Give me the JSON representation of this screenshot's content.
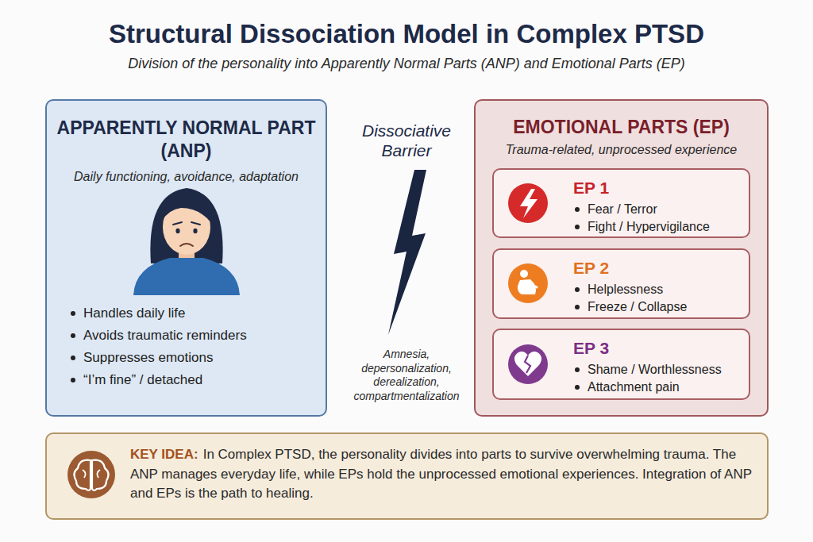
{
  "diagram": {
    "title": "Structural Dissociation Model in Complex PTSD",
    "nodes": [
      {
        "text": [
          "APPARENTLY NORMAL PART (ANP)",
          "Daily functioning, avoidance, adaptation",
          "Handles daily life",
          "Avoids traumatic reminders",
          "Suppresses emotions",
          "“I’m fine” / detached"
        ]
      },
      {
        "text": [
          "EMOTIONAL PARTS (EP)",
          "Trauma-related, unprocessed experience"
        ]
      },
      {
        "text": [
          "EP 1",
          "Fear / Terror",
          "Fight / Hypervigilance"
        ],
        "in": 1
      },
      {
        "text": [
          "EP 2",
          "Helplessness",
          "Freeze / Collapse"
        ],
        "in": 1
      },
      {
        "text": [
          "EP 3",
          "Shame / Worthlessness",
          "Attachment pain"
        ],
        "in": 1
      },
      {
        "text": [
          "KEY IDEA:",
          "In Complex PTSD, the personality divides into parts to survive overwhelming trauma. The ANP manages everyday life, while EPs hold the unprocessed emotional experiences. Integration of ANP and EPs is the path to healing."
        ]
      }
    ],
    "labels": [
      "Division of the personality into Apparently Normal Parts (ANP) and Emotional Parts (EP)",
      "Dissociative Barrier",
      "Amnesia, depersonalization, derealization, compartmentalization"
    ]
  }
}
